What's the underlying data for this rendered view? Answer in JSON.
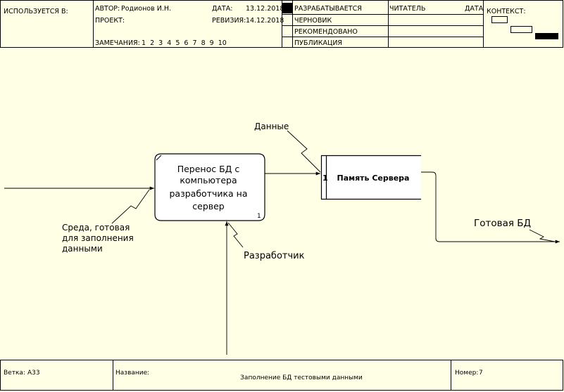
{
  "header": {
    "used_in": "ИСПОЛЬЗУЕТСЯ В:",
    "author_label": "АВТОР:",
    "author": "Родионов И.Н.",
    "date_label": "ДАТА:",
    "date": "13.12.2018",
    "project_label": "ПРОЕКТ:",
    "revision_label": "РЕВИЗИЯ:",
    "revision": "14.12.2018",
    "notes_label": "ЗАМЕЧАНИЯ:",
    "notes": "1  2  3  4  5  6  7  8  9  10",
    "status": [
      "РАЗРАБАТЫВАЕТСЯ",
      "ЧЕРНОВИК",
      "РЕКОМЕНДОВАНО",
      "ПУБЛИКАЦИЯ"
    ],
    "reader_label": "ЧИТАТЕЛЬ",
    "reader_date_label": "ДАТА",
    "context_label": "КОНТЕКСТ:"
  },
  "diagram": {
    "process_lines": [
      "Перенос БД с",
      "компьютера",
      "разработчика на",
      "сервер"
    ],
    "process_number": "1",
    "store_number": "1",
    "store_label": "Память Сервера",
    "arrow_data": "Данные",
    "arrow_input": [
      "Среда, готовая",
      "для заполнения",
      "данными"
    ],
    "arrow_mechanism": "Разработчик",
    "arrow_output": "Готовая БД"
  },
  "footer": {
    "branch_label": "Ветка:",
    "branch": "A33",
    "title_label": "Название:",
    "title": "Заполнение БД тестовыми данными",
    "number_label": "Номер:",
    "number": "7"
  },
  "colors": {
    "background": "#ffffe6",
    "line": "#000000"
  }
}
